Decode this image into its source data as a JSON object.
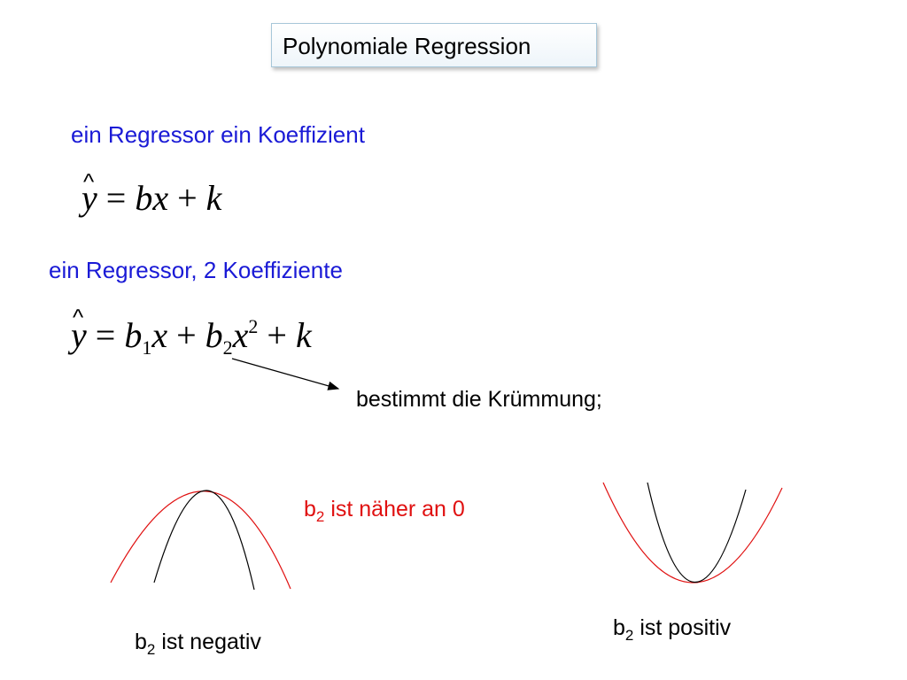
{
  "title": "Polynomiale Regression",
  "section1": {
    "heading": "ein Regressor ein Koeffizient",
    "formula": {
      "y": "y",
      "eq": "=",
      "b": "bx",
      "plus": "+",
      "k": "k",
      "hat": "^"
    }
  },
  "section2": {
    "heading": "ein Regressor, 2 Koeffiziente",
    "formula": {
      "y": "y",
      "eq": "=",
      "b1": "b",
      "sub1": "1",
      "x1": "x",
      "plus1": "+",
      "b2": "b",
      "sub2": "2",
      "x2": "x",
      "sup2": "2",
      "plus2": "+",
      "k": "k",
      "hat": "^"
    },
    "annotation": "bestimmt die Krümmung;"
  },
  "notes": {
    "closer_to_zero": {
      "b": "b",
      "sub": "2",
      "rest": " ist näher an 0"
    },
    "negative": {
      "b": "b",
      "sub": "2",
      "rest": " ist negativ"
    },
    "positive": {
      "b": "b",
      "sub": "2",
      "rest": " ist positiv"
    }
  },
  "colors": {
    "heading": "#1a1ad6",
    "highlight": "#e01010",
    "curve_red": "#e01010",
    "curve_black": "#000000"
  }
}
